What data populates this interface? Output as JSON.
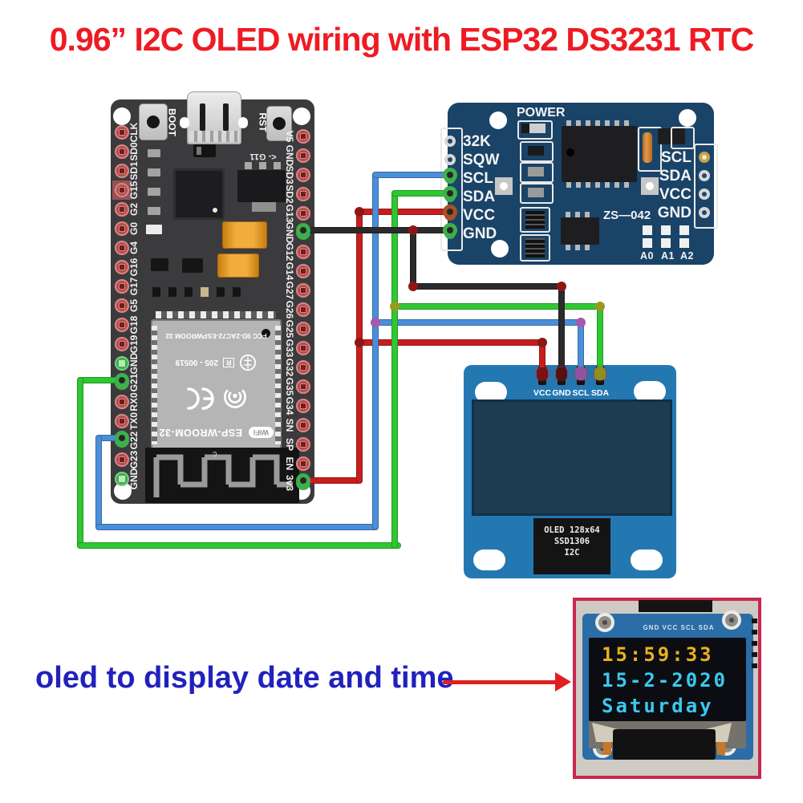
{
  "title": "0.96” I2C OLED wiring with ESP32 DS3231 RTC",
  "caption": {
    "text": "oled to display date and time"
  },
  "colors": {
    "title_red": "#ee1b24",
    "caption_blue": "#2121bd",
    "arrow_red": "#e02020",
    "esp32_board": "#3b3b3d",
    "ds3231_board": "#1a4368",
    "oled_board": "#2478b2",
    "oled_screen": "#1d3c52",
    "photo_frame": "#c8274e",
    "junction_sda": "#9a9a1e",
    "junction_scl": "#a45ab0",
    "junction_power": "#8e1616"
  },
  "wires": {
    "sda": {
      "color": "#2fc832"
    },
    "scl": {
      "color": "#4a8fd8"
    },
    "vcc": {
      "color": "#c81e1e"
    },
    "gnd": {
      "color": "#2b2b2b"
    }
  },
  "esp32": {
    "boot_label": "BOOT",
    "rst_label": "RST",
    "g11_label": "<- G11",
    "antenna_mark": "c",
    "module": {
      "fcc": "FCC 9D-2AC72-ESPWROOM 32",
      "r_mark": "R",
      "serial": "205 - 00519",
      "name": "ESP-WROOM-32",
      "wifi": "WiFi"
    },
    "left_pins": [
      {
        "label": "CLK",
        "type": "io"
      },
      {
        "label": "SD0",
        "type": "io"
      },
      {
        "label": "SD1",
        "type": "io"
      },
      {
        "label": "G15",
        "type": "io",
        "hl": true
      },
      {
        "label": "G2",
        "type": "io"
      },
      {
        "label": "G0",
        "type": "io"
      },
      {
        "label": "G4",
        "type": "io"
      },
      {
        "label": "G16",
        "type": "io"
      },
      {
        "label": "G17",
        "type": "io"
      },
      {
        "label": "G5",
        "type": "io"
      },
      {
        "label": "G18",
        "type": "io"
      },
      {
        "label": "G19",
        "type": "io"
      },
      {
        "label": "GND",
        "type": "gnd"
      },
      {
        "label": "G21",
        "type": "wired"
      },
      {
        "label": "RX0",
        "type": "io"
      },
      {
        "label": "TX0",
        "type": "io"
      },
      {
        "label": "G22",
        "type": "wired"
      },
      {
        "label": "G23",
        "type": "io"
      },
      {
        "label": "GND",
        "type": "gnd"
      }
    ],
    "right_pins": [
      {
        "label": "V5",
        "type": "io"
      },
      {
        "label": "GND",
        "type": "io"
      },
      {
        "label": "SD3",
        "type": "io"
      },
      {
        "label": "SD2",
        "type": "io"
      },
      {
        "label": "G13",
        "type": "io"
      },
      {
        "label": "GND",
        "type": "wired"
      },
      {
        "label": "G12",
        "type": "io"
      },
      {
        "label": "G14",
        "type": "io"
      },
      {
        "label": "G27",
        "type": "io"
      },
      {
        "label": "G26",
        "type": "io"
      },
      {
        "label": "G25",
        "type": "io"
      },
      {
        "label": "G33",
        "type": "io"
      },
      {
        "label": "G32",
        "type": "io"
      },
      {
        "label": "G35",
        "type": "io"
      },
      {
        "label": "G34",
        "type": "io"
      },
      {
        "label": "SN",
        "type": "io"
      },
      {
        "label": "SP",
        "type": "io"
      },
      {
        "label": "EN",
        "type": "io"
      },
      {
        "label": "3v3",
        "type": "wired"
      }
    ]
  },
  "ds3231": {
    "power_label": "POWER",
    "board_label": "ZS—042",
    "addr_labels": [
      "A0",
      "A1",
      "A2"
    ],
    "left_pins": [
      {
        "label": "32K",
        "ring": "silver"
      },
      {
        "label": "SQW",
        "ring": "silver"
      },
      {
        "label": "SCL",
        "ring": "green"
      },
      {
        "label": "SDA",
        "ring": "green"
      },
      {
        "label": "VCC",
        "ring": "rust"
      },
      {
        "label": "GND",
        "ring": "green"
      }
    ],
    "right_pins": [
      {
        "label": "SCL",
        "ring": "gold"
      },
      {
        "label": "SDA",
        "ring": "silver"
      },
      {
        "label": "VCC",
        "ring": "silver"
      },
      {
        "label": "GND",
        "ring": "silver"
      }
    ]
  },
  "oled": {
    "pins": [
      {
        "label": "VCC",
        "tip": "#7a1212"
      },
      {
        "label": "GND",
        "tip": "#551010"
      },
      {
        "label": "SCL",
        "tip": "#9452a0"
      },
      {
        "label": "SDA",
        "tip": "#8f8f1e"
      }
    ],
    "chip_label_lines": [
      "OLED 128x64",
      "SSD1306",
      "I2C"
    ]
  },
  "photo": {
    "silkscreen": "GND VCC SCL SDA",
    "display_lines": [
      {
        "text": "15:59:33",
        "color": "#e9b11c"
      },
      {
        "text": "15-2-2020",
        "color": "#3bc9ee"
      },
      {
        "text": "Saturday",
        "color": "#3bc9ee"
      }
    ]
  }
}
